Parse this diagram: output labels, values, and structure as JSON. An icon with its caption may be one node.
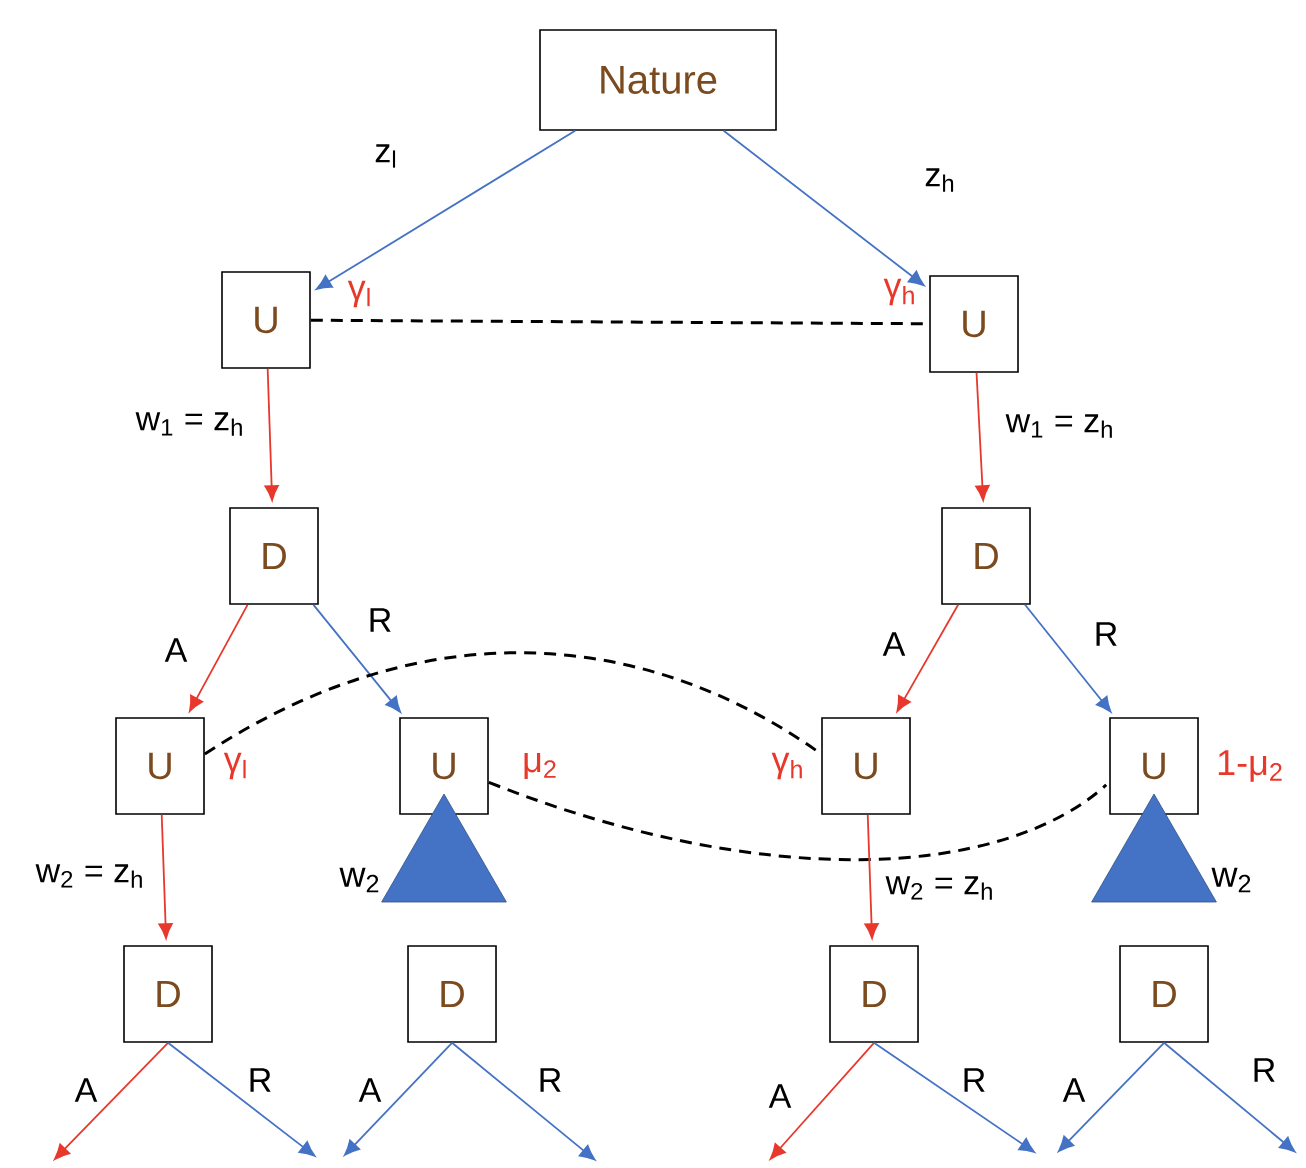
{
  "diagram": {
    "nodes": [
      {
        "text": [
          "Nature"
        ]
      },
      {
        "text": [
          "U"
        ],
        "beside": [
          "γ$_{l}$"
        ]
      },
      {
        "text": [
          "U"
        ],
        "beside": [
          "γ$_{h}$"
        ]
      },
      {
        "text": [
          "D"
        ]
      },
      {
        "text": [
          "D"
        ]
      },
      {
        "text": [
          "U"
        ],
        "beside": [
          "γ$_{l}$"
        ]
      },
      {
        "text": [
          "U"
        ],
        "beside": [
          "μ$_{2}$"
        ]
      },
      {
        "text": [
          "U"
        ],
        "beside": [
          "γ$_{h}$"
        ]
      },
      {
        "text": [
          "U"
        ],
        "beside": [
          "1-μ$_{2}$"
        ]
      },
      {
        "text": [],
        "shape": "triangle",
        "beside": [
          "w$_{2}$"
        ]
      },
      {
        "text": [],
        "shape": "triangle",
        "beside": [
          "w$_{2}$"
        ]
      },
      {
        "text": [
          "D"
        ]
      },
      {
        "text": [
          "D"
        ]
      },
      {
        "text": [
          "D"
        ]
      },
      {
        "text": [
          "D"
        ]
      }
    ],
    "edges": [
      {
        "from": 0,
        "to": 1,
        "arrow": "to",
        "label": "z$_{l}$"
      },
      {
        "from": 0,
        "to": 2,
        "arrow": "to",
        "label": "z$_{h}$"
      },
      {
        "from": 1,
        "to": 2,
        "arrow": "none",
        "style": "dashed",
        "color": "#000000"
      },
      {
        "from": 1,
        "to": 3,
        "arrow": "to",
        "label": "w$_{1}$ = z$_{h}$",
        "color": "#e8382c"
      },
      {
        "from": 2,
        "to": 4,
        "arrow": "to",
        "label": "w$_{1}$ = z$_{h}$",
        "color": "#e8382c"
      },
      {
        "from": 3,
        "to": 5,
        "arrow": "to",
        "label": "A",
        "color": "#e8382c"
      },
      {
        "from": 3,
        "to": 6,
        "arrow": "to",
        "label": "R"
      },
      {
        "from": 4,
        "to": 7,
        "arrow": "to",
        "label": "A",
        "color": "#e8382c"
      },
      {
        "from": 4,
        "to": 8,
        "arrow": "to",
        "label": "R"
      },
      {
        "from": 5,
        "to": 7,
        "arrow": "none",
        "style": "dashed",
        "color": "#000000"
      },
      {
        "from": 6,
        "to": 8,
        "arrow": "none",
        "style": "dashed",
        "color": "#000000"
      },
      {
        "from": 5,
        "to": 11,
        "arrow": "to",
        "label": "w$_{2}$ = z$_{h}$",
        "color": "#e8382c"
      },
      {
        "from": 7,
        "to": 13,
        "arrow": "to",
        "label": "w$_{2}$ = z$_{h}$",
        "color": "#e8382c"
      },
      {
        "from": 11,
        "to": null,
        "arrow": "to",
        "label": "A",
        "color": "#e8382c"
      },
      {
        "from": 11,
        "to": null,
        "arrow": "to",
        "label": "R"
      },
      {
        "from": 12,
        "to": null,
        "arrow": "to",
        "label": "A"
      },
      {
        "from": 12,
        "to": null,
        "arrow": "to",
        "label": "R"
      },
      {
        "from": 13,
        "to": null,
        "arrow": "to",
        "label": "A",
        "color": "#e8382c"
      },
      {
        "from": 13,
        "to": null,
        "arrow": "to",
        "label": "R"
      },
      {
        "from": 14,
        "to": null,
        "arrow": "to",
        "label": "A"
      },
      {
        "from": 14,
        "to": null,
        "arrow": "to",
        "label": "R"
      }
    ]
  }
}
